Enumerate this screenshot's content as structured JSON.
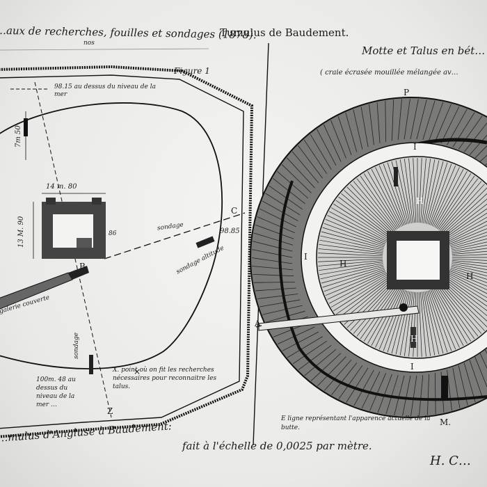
{
  "header": {
    "left_title": "…aux de recherches, fouilles et sondages (1878).",
    "nos": "nos",
    "center_title": "Tumulus de Baudement.",
    "right_title": "Motte et Talus en bét…",
    "right_subtitle": "( craie écrasée mouillée mélangée av…"
  },
  "figure_label": "Figure 1",
  "left_plan": {
    "altitude_top": "98.15 au dessus du niveau de la mer",
    "depth_label": "7m 50",
    "width_label": "14 m. 80",
    "height_label": "13 M. 90",
    "small_86": "86",
    "altitude_right": "98.85",
    "sondage_label": "sondage",
    "sondage_altitude": "sondage altitude",
    "gallery_label": "galerie couverte",
    "sondage_vertical": "sondage",
    "bottom_altitude": "100m. 48 au dessus du niveau de la mer …",
    "note_x": "X. point où on fit les recherches nécessaires pour reconnaitre les talus.",
    "letter_b": "B",
    "letter_c": "C",
    "letter_z": "Z"
  },
  "right_plan": {
    "letter_p": "P",
    "letter_m": "M.",
    "letter_a": "A",
    "letter_i": "I",
    "letter_h": "H",
    "legend": "E ligne représentant l'apparence actuelle de la butte."
  },
  "footer": {
    "left": "…mulus d'Angluse à Baudement:",
    "scale": "fait à l'échelle de 0,0025 par mètre.",
    "signature": "H. C…"
  }
}
